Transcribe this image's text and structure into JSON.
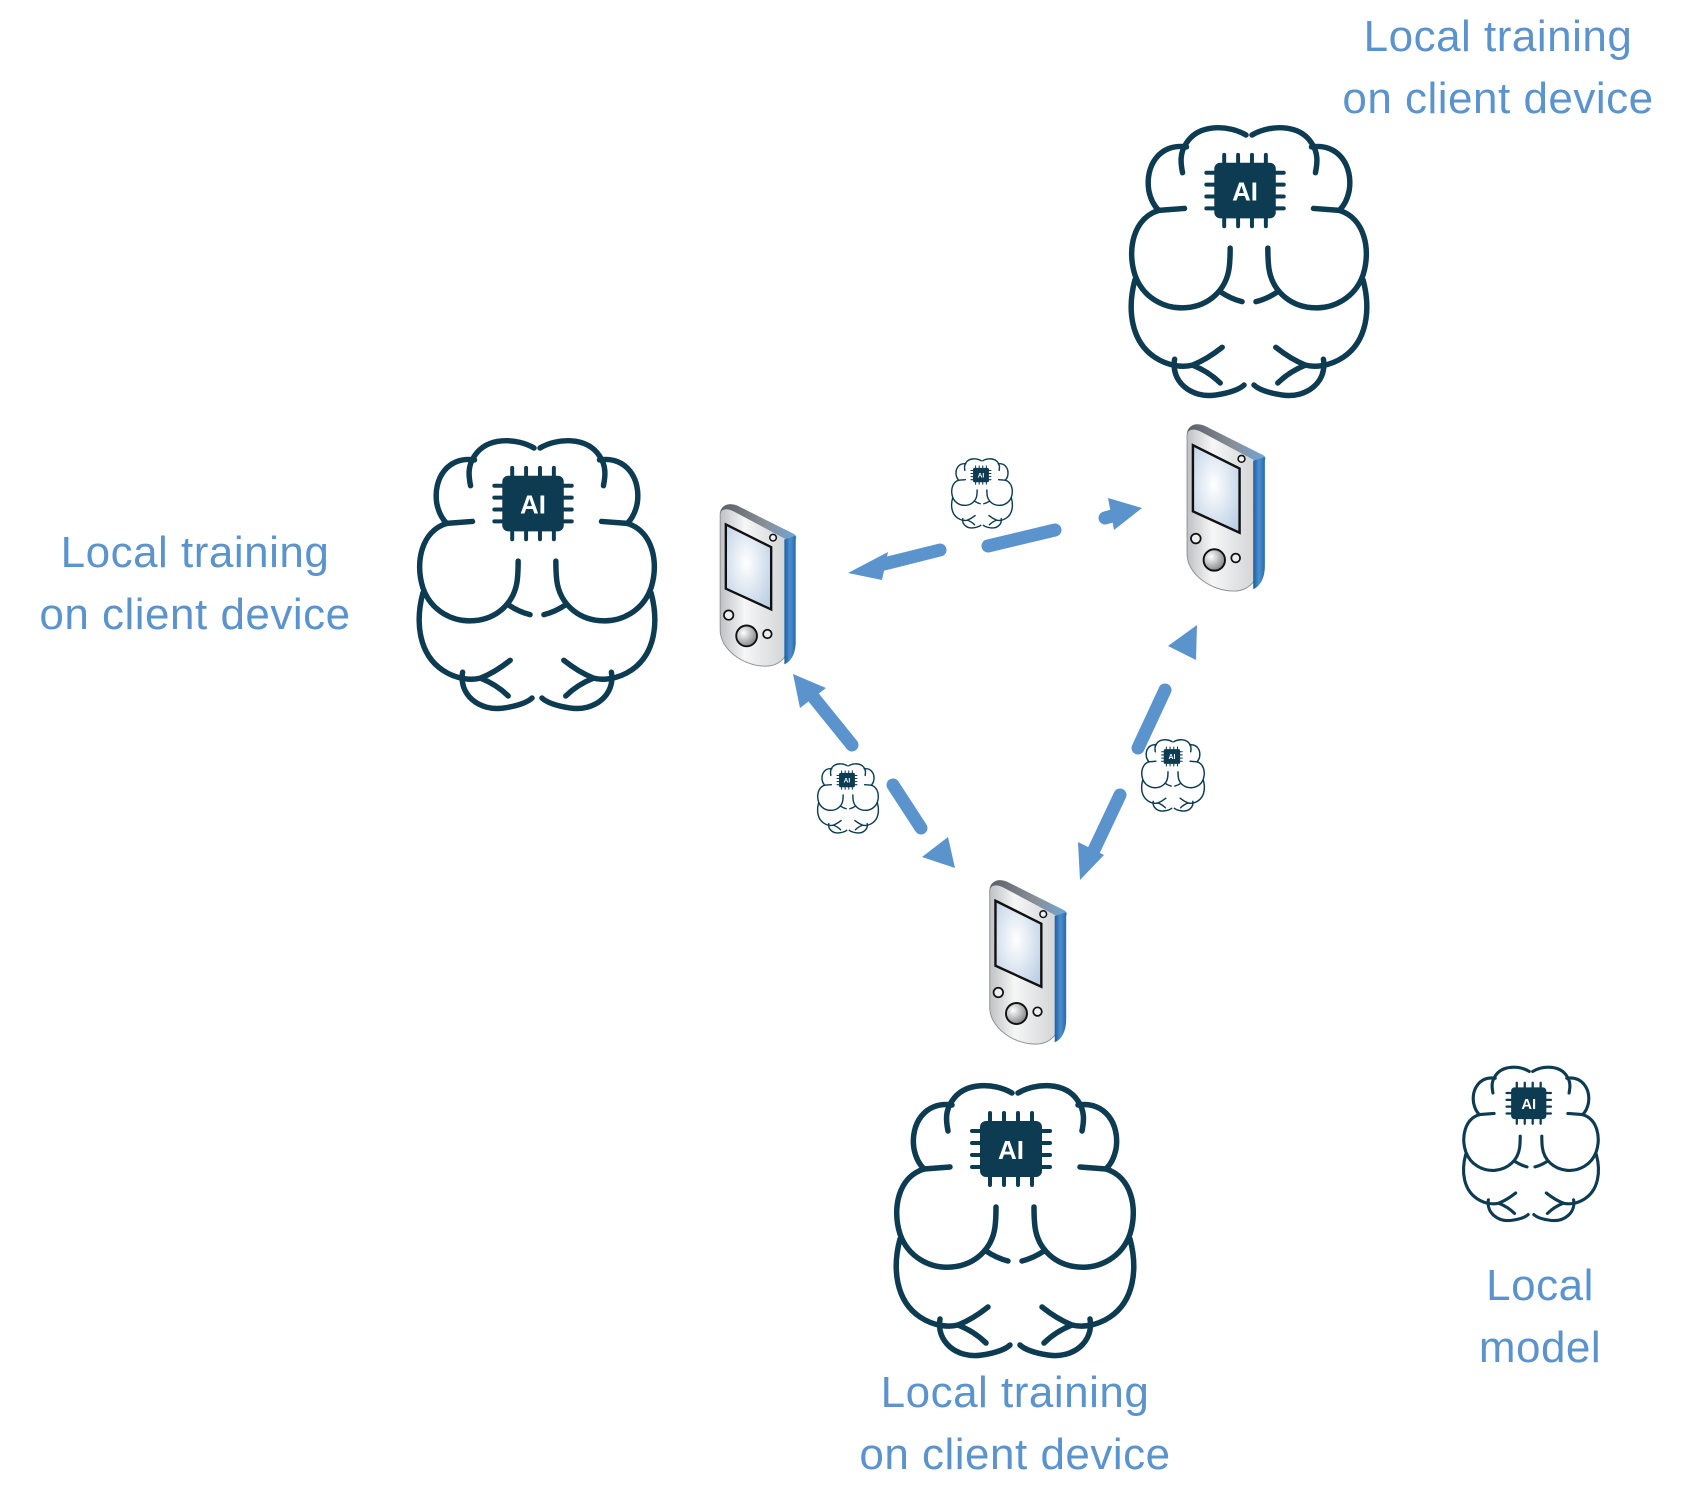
{
  "diagram": {
    "title": "Decentralized / peer-to-peer local training between client devices",
    "colors": {
      "label_text": "#5b93cd",
      "arrow": "#5b93cd",
      "brain_outline": "#0d3b52",
      "phone_accent": "#3d7fc1",
      "background": "#ffffff"
    },
    "nodes": [
      {
        "id": "client-left",
        "icon": "smartphone-icon",
        "model_icon": "ai-brain-icon",
        "label_lines": [
          "Local training",
          "on client device"
        ]
      },
      {
        "id": "client-top-right",
        "icon": "smartphone-icon",
        "model_icon": "ai-brain-icon",
        "label_lines": [
          "Local training",
          "on client device"
        ]
      },
      {
        "id": "client-bottom",
        "icon": "smartphone-icon",
        "model_icon": "ai-brain-icon",
        "label_lines": [
          "Local training",
          "on client device"
        ]
      }
    ],
    "edges": [
      {
        "from": "client-left",
        "to": "client-top-right",
        "style": "dashed",
        "direction": "bidirectional",
        "payload_icon": "ai-brain-icon"
      },
      {
        "from": "client-left",
        "to": "client-bottom",
        "style": "dashed",
        "direction": "bidirectional",
        "payload_icon": "ai-brain-icon"
      },
      {
        "from": "client-top-right",
        "to": "client-bottom",
        "style": "dashed",
        "direction": "bidirectional",
        "payload_icon": "ai-brain-icon"
      }
    ],
    "chip_text": "AI",
    "legend": {
      "icon": "ai-brain-icon",
      "label_lines": [
        "Local",
        "model"
      ]
    }
  }
}
